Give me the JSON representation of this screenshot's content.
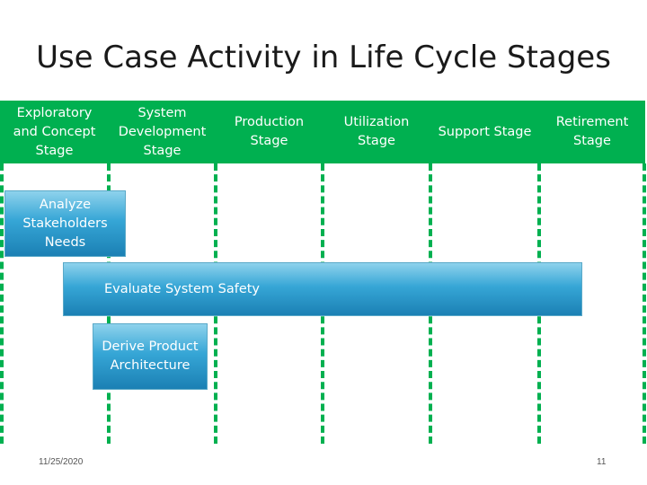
{
  "title": "Use Case Activity in Life Cycle Stages",
  "stages": [
    "Exploratory\nand Concept\nStage",
    "System\nDevelopment\nStage",
    "Production\nStage",
    "Utilization\nStage",
    "Support Stage",
    "Retirement\nStage"
  ],
  "activities": {
    "analyze": "Analyze\nStakeholders\nNeeds",
    "evaluate": "Evaluate System Safety",
    "derive": "Derive Product\nArchitecture"
  },
  "footer": {
    "date": "11/25/2020",
    "page": "11"
  },
  "colors": {
    "stage": "#00b050",
    "activity": "#36a6d6"
  }
}
